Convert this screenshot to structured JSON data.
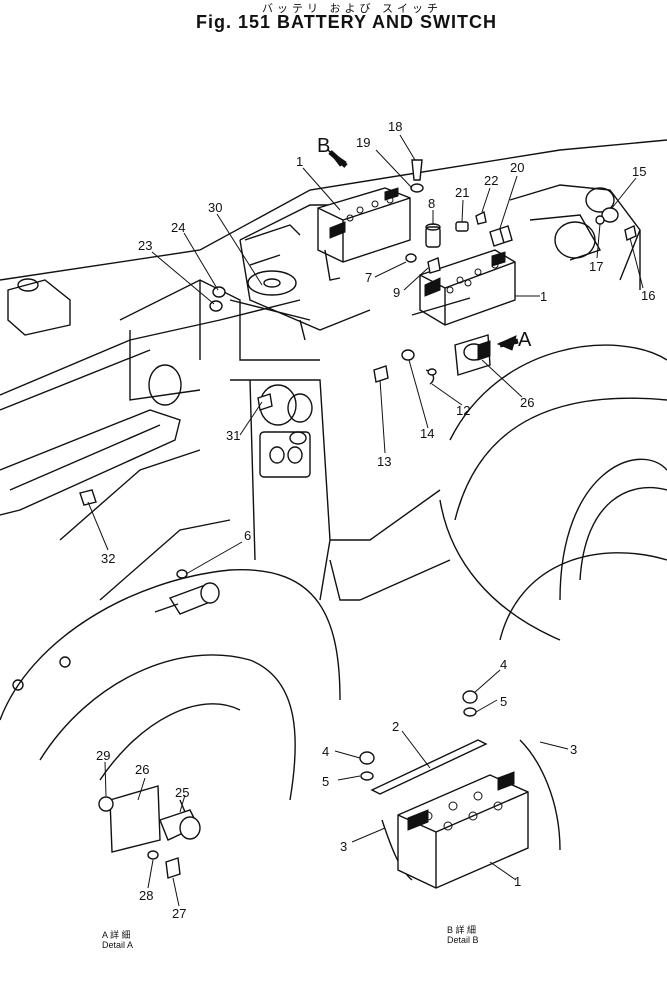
{
  "title": {
    "japanese": "バッテリ および スイッチ",
    "main": "Fig. 151  BATTERY  AND  SWITCH"
  },
  "view_markers": {
    "b": "B",
    "a": "A"
  },
  "callouts": {
    "c1a": "1",
    "c1b": "1",
    "c1c": "1",
    "c2": "2",
    "c3a": "3",
    "c3b": "3",
    "c4a": "4",
    "c4b": "4",
    "c5a": "5",
    "c5b": "5",
    "c6": "6",
    "c7": "7",
    "c8": "8",
    "c9": "9",
    "c12": "12",
    "c13": "13",
    "c14": "14",
    "c15": "15",
    "c16": "16",
    "c17": "17",
    "c18": "18",
    "c19": "19",
    "c20": "20",
    "c21": "21",
    "c22": "22",
    "c23": "23",
    "c24": "24",
    "c25": "25",
    "c26a": "26",
    "c26b": "26",
    "c27": "27",
    "c28": "28",
    "c29": "29",
    "c30": "30",
    "c31": "31",
    "c32": "32"
  },
  "details": {
    "a_japanese": "A 詳 細",
    "a_label": "Detail A",
    "b_japanese": "B 詳 細",
    "b_label": "Detail B"
  }
}
